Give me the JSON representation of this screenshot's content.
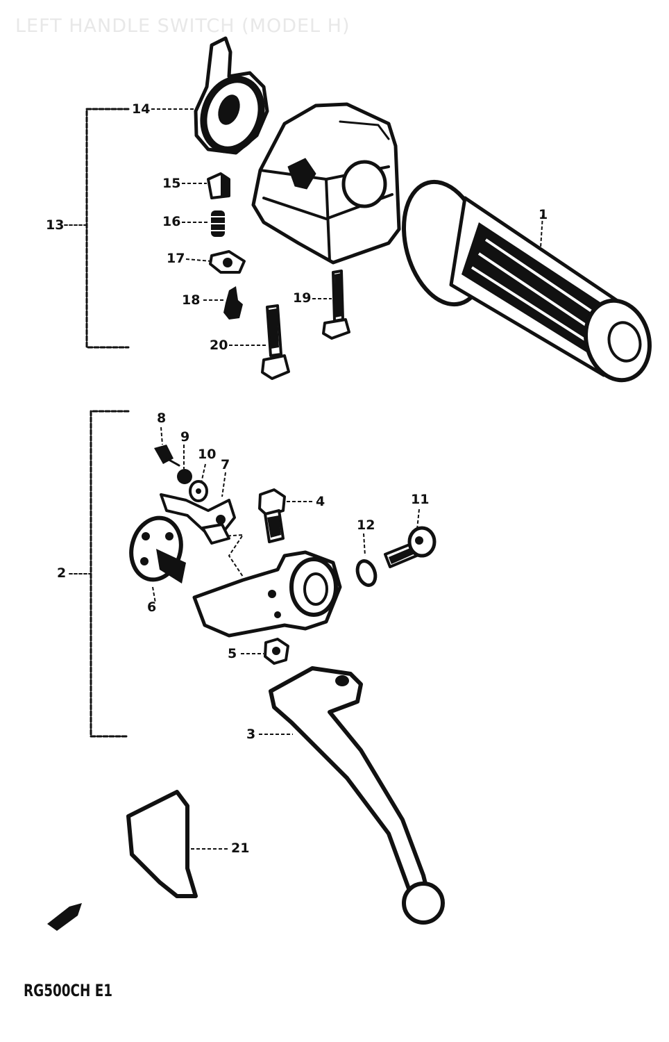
{
  "header": {
    "title": "LEFT HANDLE SWITCH (MODEL H)"
  },
  "footer": {
    "model_code": "RG500CH E1"
  },
  "parts": {
    "p1": "1",
    "p2": "2",
    "p3": "3",
    "p4": "4",
    "p5": "5",
    "p6": "6",
    "p7": "7",
    "p8": "8",
    "p9": "9",
    "p10": "10",
    "p11": "11",
    "p12": "12",
    "p13": "13",
    "p14": "14",
    "p15": "15",
    "p16": "16",
    "p17": "17",
    "p18": "18",
    "p19": "19",
    "p20": "20",
    "p21": "21"
  }
}
